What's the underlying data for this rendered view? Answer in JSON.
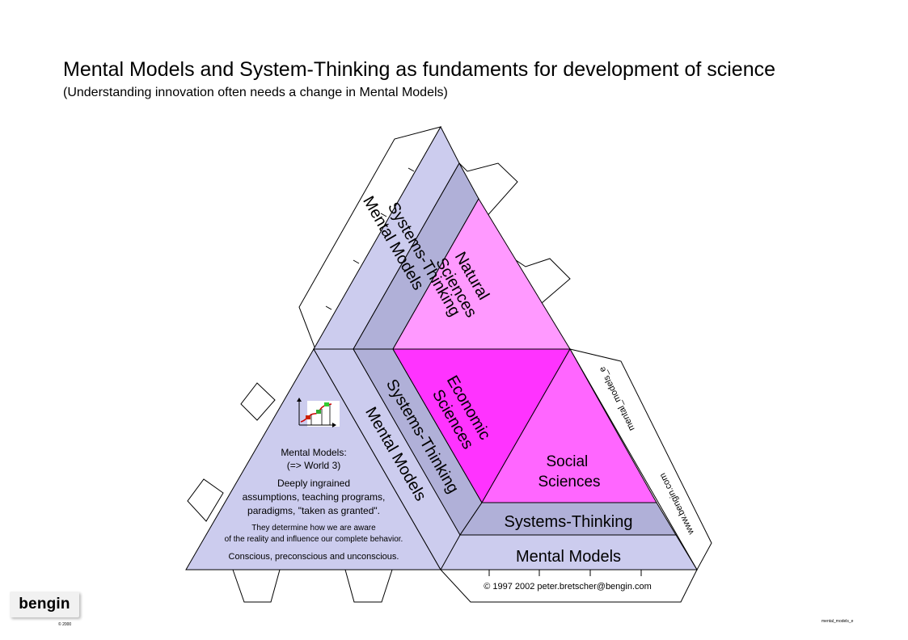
{
  "header": {
    "title": "Mental Models and System-Thinking as fundaments for development of science",
    "subtitle": "(Understanding innovation often needs a change in Mental Models)"
  },
  "diagram": {
    "bands": {
      "left_face_outer": "Mental Models",
      "left_face_inner": "Systems-Thinking",
      "top_natural": [
        "Natural",
        "Sciences"
      ],
      "center_outer": "Mental Models",
      "center_inner": "Systems-Thinking",
      "economic": [
        "Economic",
        "Sciences"
      ],
      "social": [
        "Social",
        "Sciences"
      ],
      "bottom_inner": "Systems-Thinking",
      "bottom_outer": "Mental Models"
    },
    "left_description": {
      "heading": "Mental Models:",
      "world": "(=> World 3)",
      "line1": "Deeply ingrained",
      "line2": "assumptions, teaching programs,",
      "line3": "paradigms, \"taken as granted\".",
      "line4": "They determine how we are aware",
      "line5": "of the reality and influence our complete behavior.",
      "line6": "Conscious, preconscious and unconscious."
    },
    "flap_texts": {
      "upper": "mental_models_e",
      "lower": "www.bengin.com"
    },
    "copyright": "© 1997 2002 peter.bretscher@bengin.com",
    "colors": {
      "lavender": "#ccccee",
      "lavender_dark": "#b0b0d8",
      "natural_pink": "#ff99ff",
      "economic_magenta": "#ff33ff",
      "social_magenta": "#ff66ff"
    }
  },
  "footer": {
    "logo": "bengin",
    "logo_copyright": "© 2000",
    "file_id": "mental_models_e"
  }
}
